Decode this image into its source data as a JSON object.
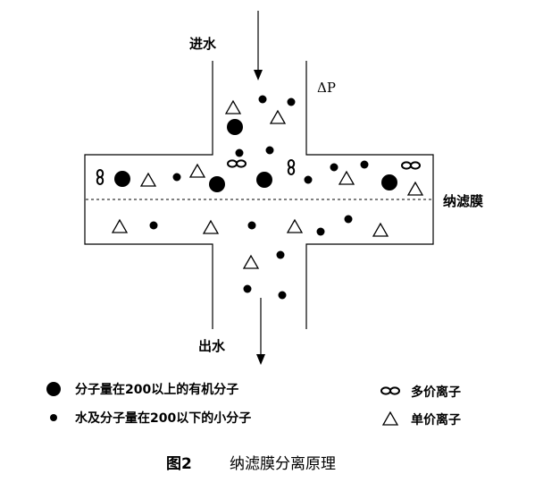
{
  "labels": {
    "inlet": "进水",
    "outlet": "出水",
    "pressure": "ΔP",
    "membrane": "纳滤膜"
  },
  "legend": {
    "large_organic": "分子量在200以上的有机分子",
    "small_molecule": "水及分子量在200以下的小分子",
    "multivalent_ion": "多价离子",
    "monovalent_ion": "单价离子"
  },
  "caption": {
    "figure_number": "图2",
    "title": "纳滤膜分离原理"
  },
  "colors": {
    "ink": "#000000",
    "background": "#ffffff"
  },
  "icons": {
    "large_organic": "filled-large-circle",
    "small_molecule": "filled-small-circle",
    "multivalent_ion": "infinity-loop",
    "monovalent_ion": "open-triangle"
  }
}
